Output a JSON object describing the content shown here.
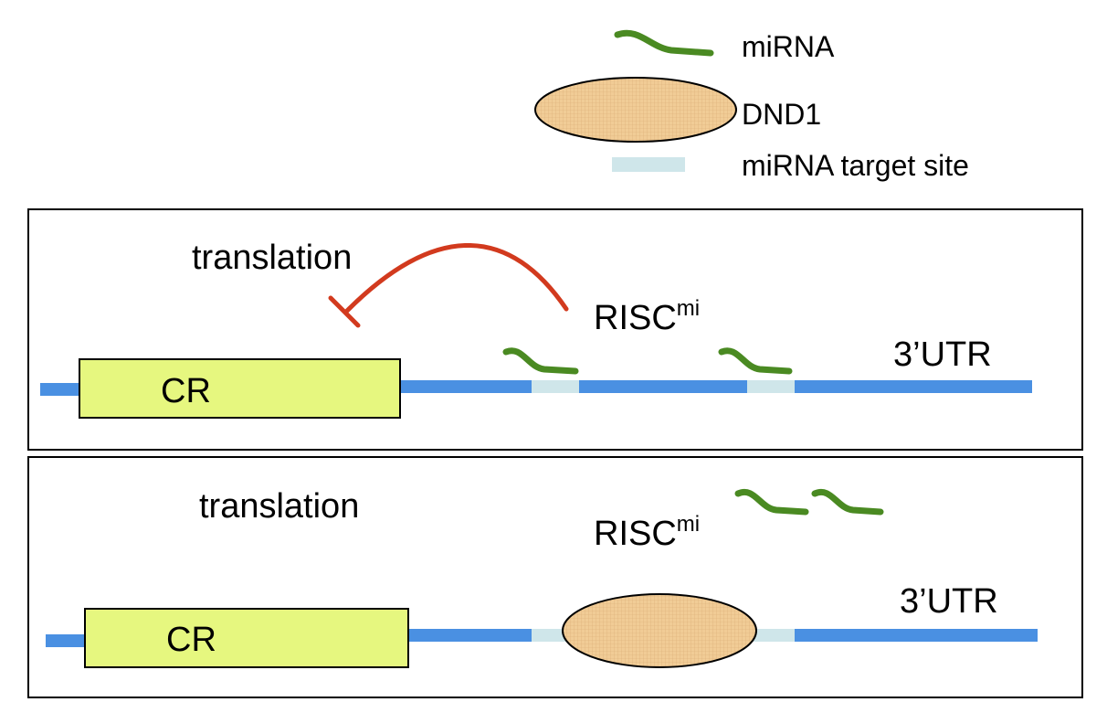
{
  "legend": {
    "mirna_label": "miRNA",
    "dnd1_label": "DND1",
    "target_site_label": "miRNA target site"
  },
  "panel_top": {
    "translation_label": "translation",
    "risc_label": "RISC",
    "risc_superscript": "mi",
    "utr_label": "3’UTR",
    "cr_label": "CR"
  },
  "panel_bottom": {
    "translation_label": "translation",
    "risc_label": "RISC",
    "risc_superscript": "mi",
    "utr_label": "3’UTR",
    "cr_label": "CR"
  },
  "colors": {
    "mrna": "#4a90e2",
    "target_site": "#cfe6ea",
    "mirna": "#4a8a22",
    "cr_fill": "#e6f77f",
    "dnd1_fill": "#f1cc96",
    "inhibition": "#d23a1e",
    "frame": "#000000"
  },
  "icons": [
    "mirna-squiggle-icon",
    "dnd1-oval-icon",
    "target-site-icon",
    "inhibition-arrow-icon"
  ]
}
